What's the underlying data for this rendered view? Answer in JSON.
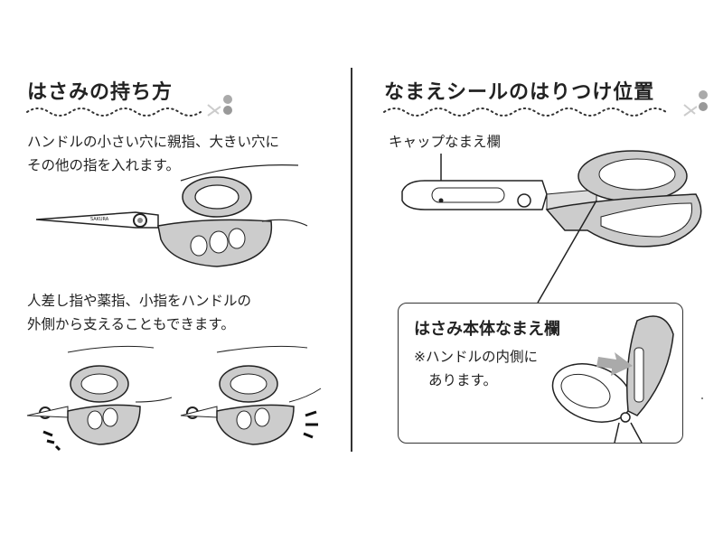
{
  "left": {
    "title": "はさみの持ち方",
    "instruction_1": [
      "ハンドルの小さい穴に親指、大きい穴に",
      "その他の指を入れます。"
    ],
    "instruction_2": [
      "人差し指や薬指、小指をハンドルの",
      "外側から支えることもできます。"
    ],
    "blade_brand": "SAKURA"
  },
  "right": {
    "title": "なまえシールのはりつけ位置",
    "cap_label": "キャップなまえ欄",
    "box": {
      "title": "はさみ本体なまえ欄",
      "note": [
        "※ハンドルの内側に",
        "あります。"
      ]
    }
  },
  "colors": {
    "ink": "#222222",
    "gray_fill": "#b8b8b8",
    "light_gray": "#d9d9d9"
  }
}
